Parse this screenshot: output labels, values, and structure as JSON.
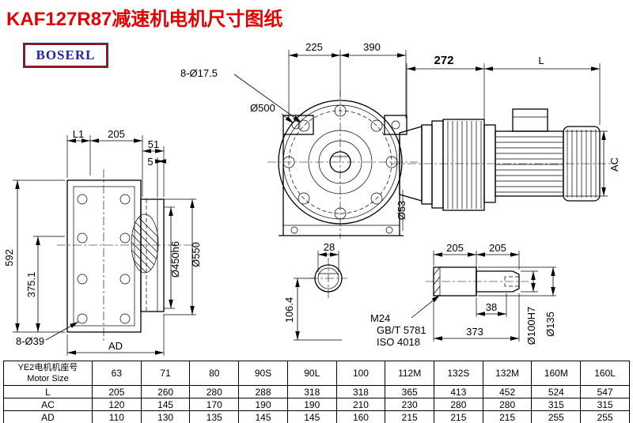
{
  "title": "KAF127R87减速机电机尺寸图纸",
  "logo": "BOSERL",
  "dims": {
    "top_225": "225",
    "top_390": "390",
    "top_272": "272",
    "top_L": "L",
    "bolt_8d17": "8-Ø17.5",
    "d500": "Ø500",
    "left_L1": "L1",
    "left_205": "205",
    "left_51": "51",
    "left_5": "5",
    "left_592": "592",
    "left_375": "375.1",
    "left_8d39": "8-Ø39",
    "left_AD": "AD",
    "left_450": "Ø450h6",
    "left_550": "Ø550",
    "bot_28": "28",
    "bot_106": "106.4",
    "d53": "Ø53",
    "shaft_205a": "205",
    "shaft_205b": "205",
    "shaft_38": "38",
    "shaft_373": "373",
    "shaft_M24": "M24",
    "shaft_gbt": "GB/T 5781",
    "shaft_iso": "ISO 4018",
    "shaft_100": "Ø100H7",
    "shaft_135": "Ø135",
    "right_AC": "AC"
  },
  "table": {
    "corner_cn": "YE2电机机座号",
    "corner_en": "Motor Size",
    "columns": [
      "63",
      "71",
      "80",
      "90S",
      "90L",
      "100",
      "112M",
      "132S",
      "132M",
      "160M",
      "160L"
    ],
    "rows": [
      {
        "label": "L",
        "values": [
          "205",
          "260",
          "280",
          "288",
          "318",
          "318",
          "365",
          "413",
          "452",
          "524",
          "547"
        ]
      },
      {
        "label": "AC",
        "values": [
          "120",
          "145",
          "170",
          "190",
          "190",
          "210",
          "230",
          "280",
          "280",
          "315",
          "315"
        ]
      },
      {
        "label": "AD",
        "values": [
          "110",
          "130",
          "135",
          "145",
          "145",
          "160",
          "215",
          "215",
          "215",
          "255",
          "255"
        ]
      }
    ]
  },
  "colors": {
    "title": "#e60000",
    "logo_text": "#2222aa",
    "logo_border": "#8b1a1a",
    "line": "#000000"
  }
}
